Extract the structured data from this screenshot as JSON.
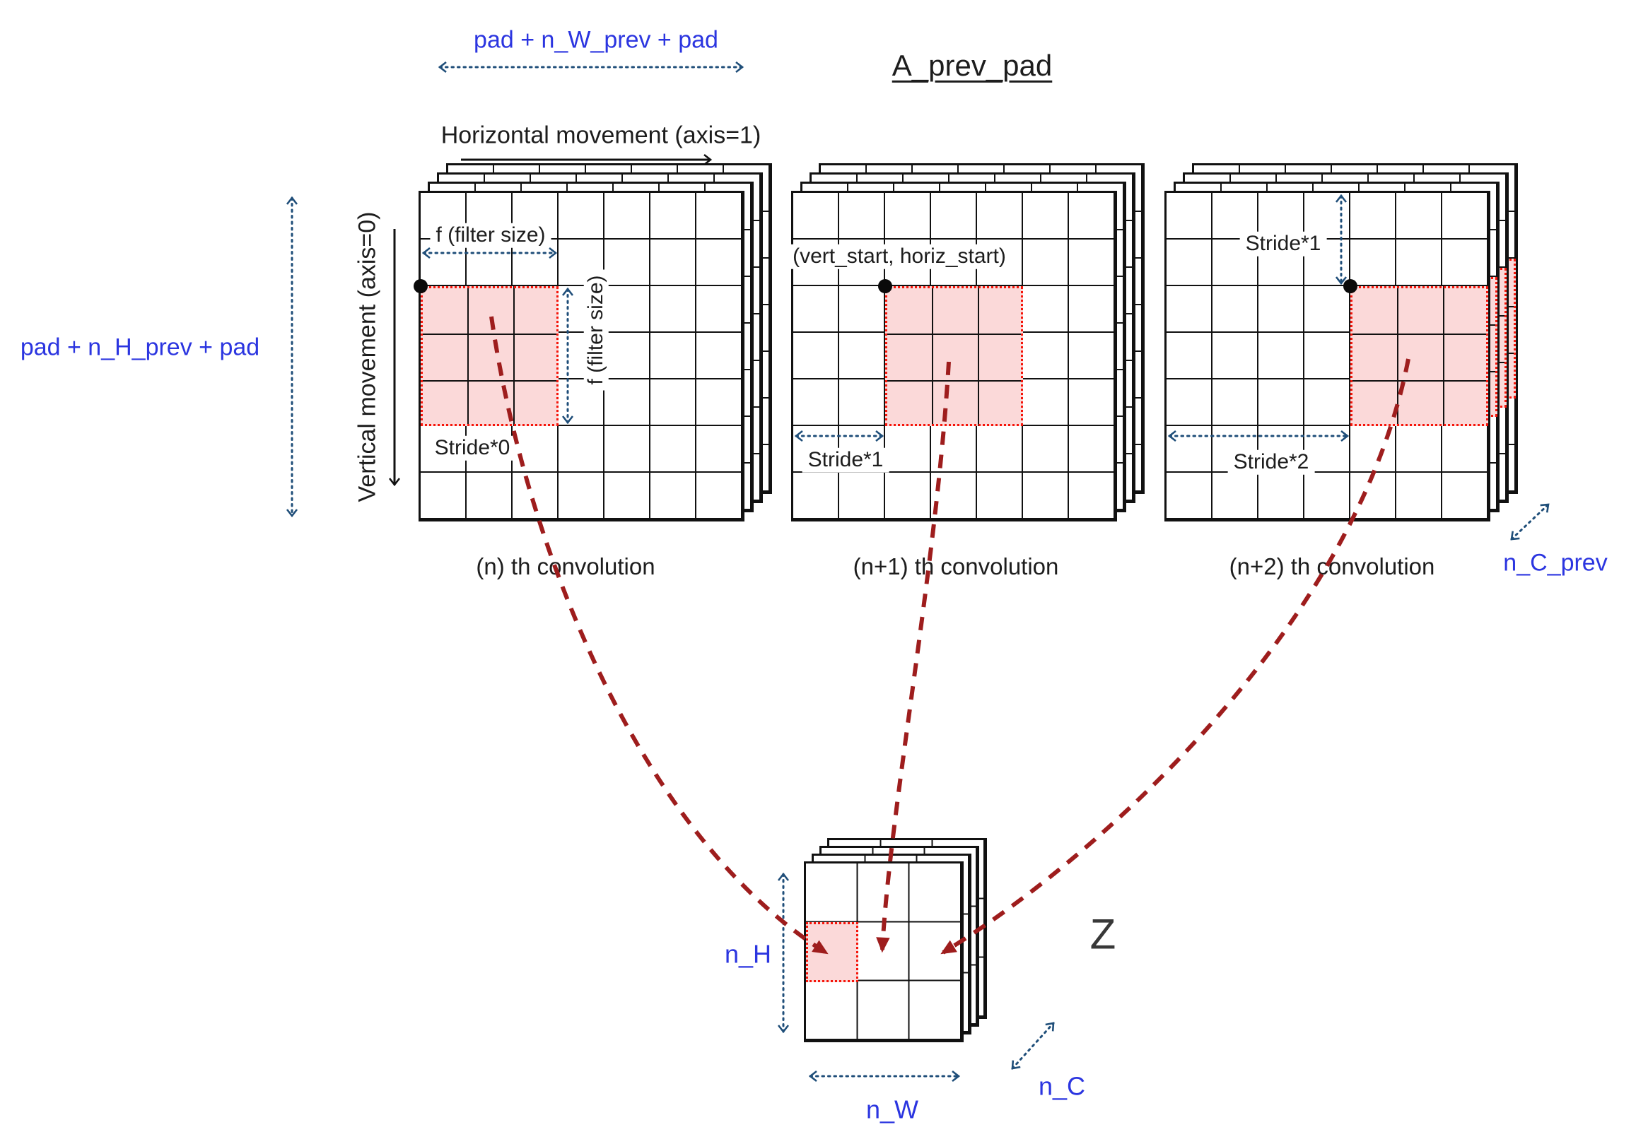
{
  "title": "A_prev_pad",
  "axis_labels": {
    "pad_width": "pad + n_W_prev + pad",
    "pad_height": "pad + n_H_prev + pad",
    "horizontal_movement": "Horizontal movement (axis=1)",
    "vertical_movement": "Vertical movement (axis=0)",
    "channels_prev": "n_C_prev"
  },
  "volumes": [
    {
      "caption": "(n) th convolution",
      "filter_width_label": "f (filter size)",
      "filter_height_label": "f (filter size)",
      "stride_label": "Stride*0"
    },
    {
      "caption": "(n+1) th convolution",
      "start_label": "(vert_start, horiz_start)",
      "stride_label": "Stride*1"
    },
    {
      "caption": "(n+2) th convolution",
      "vertical_stride_label": "Stride*1",
      "stride_label": "Stride*2"
    }
  ],
  "output": {
    "label": "Z",
    "height_label": "n_H",
    "width_label": "n_W",
    "channels_label": "n_C"
  },
  "colors": {
    "blue_text": "#2b35e0",
    "arrow_blue": "#1f4e79",
    "dark_red": "#9e1d1d",
    "pink_fill": "#fbd9d9",
    "pink_border": "#f5150a",
    "ink": "#1d1d1d"
  }
}
